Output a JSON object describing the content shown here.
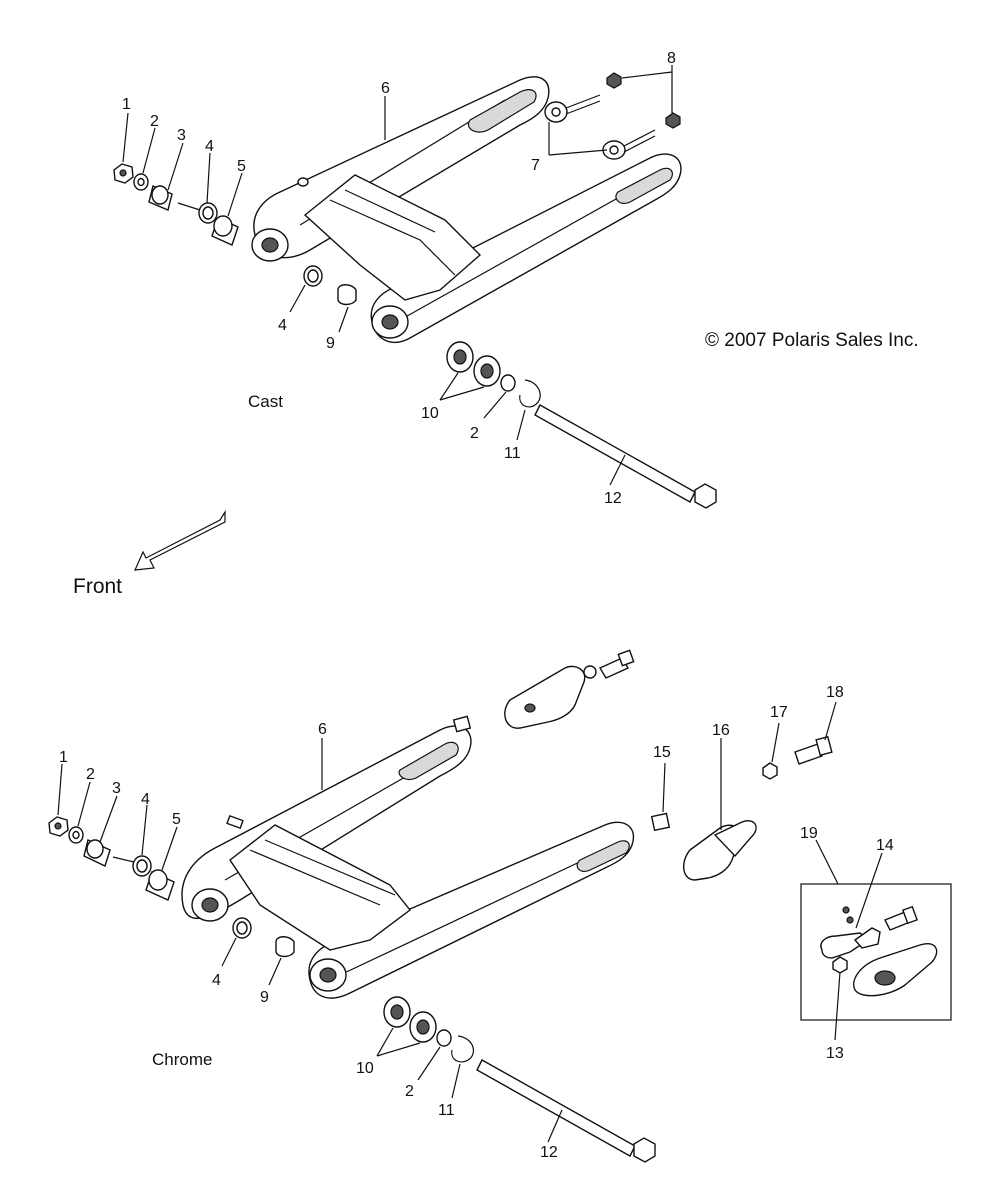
{
  "copyright": "© 2007 Polaris Sales Inc.",
  "direction_label": "Front",
  "sections": {
    "cast": "Cast",
    "chrome": "Chrome"
  },
  "callouts_top": {
    "c1": "1",
    "c2": "2",
    "c3": "3",
    "c4": "4",
    "c5": "5",
    "c6": "6",
    "c7": "7",
    "c8": "8",
    "c4b": "4",
    "c9": "9",
    "c10": "10",
    "c2b": "2",
    "c11": "11",
    "c12": "12"
  },
  "callouts_bottom": {
    "c1": "1",
    "c2": "2",
    "c3": "3",
    "c4": "4",
    "c5": "5",
    "c6": "6",
    "c4b": "4",
    "c9": "9",
    "c10": "10",
    "c2b": "2",
    "c11": "11",
    "c12": "12",
    "c15": "15",
    "c16": "16",
    "c17": "17",
    "c18": "18",
    "c19": "19",
    "c14": "14",
    "c13": "13"
  }
}
